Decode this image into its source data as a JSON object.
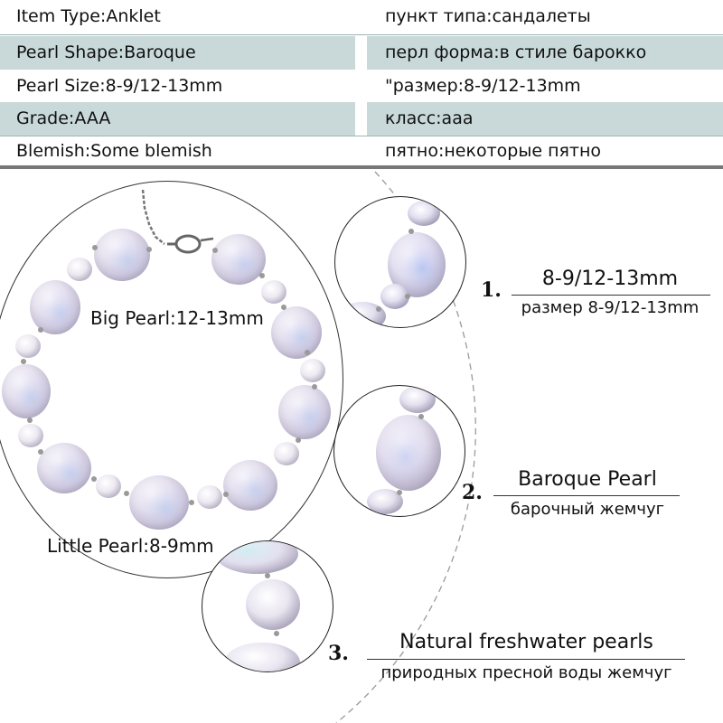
{
  "specs": [
    {
      "en": "Item Type:Anklet",
      "ru": "пункт типа:сандалеты",
      "shaded": false
    },
    {
      "en": "Pearl Shape:Baroque",
      "ru": "перл форма:в стиле барокко",
      "shaded": true
    },
    {
      "en": "Pearl Size:8-9/12-13mm",
      "ru": "\"размер:8-9/12-13mm",
      "shaded": false
    },
    {
      "en": "Grade:AAA",
      "ru": "класс:ааа",
      "shaded": true
    },
    {
      "en": "Blemish:Some blemish",
      "ru": "пятно:некоторые пятно",
      "shaded": false
    }
  ],
  "bracelet": {
    "big_pearl_label": "Big Pearl:12-13mm",
    "little_pearl_label": "Little Pearl:8-9mm"
  },
  "features": [
    {
      "number": "1.",
      "title": "8-9/12-13mm",
      "subtitle": "размер 8-9/12-13mm"
    },
    {
      "number": "2.",
      "title": "Baroque Pearl",
      "subtitle": "барочный  жемчуг"
    },
    {
      "number": "3.",
      "title": "Natural freshwater pearls",
      "subtitle": "природных пресной воды жемчуг"
    }
  ],
  "colors": {
    "row_shade": "#c9d9d9",
    "pearl_light": "#f4f2f8",
    "pearl_shadow": "#b7b3c6"
  }
}
